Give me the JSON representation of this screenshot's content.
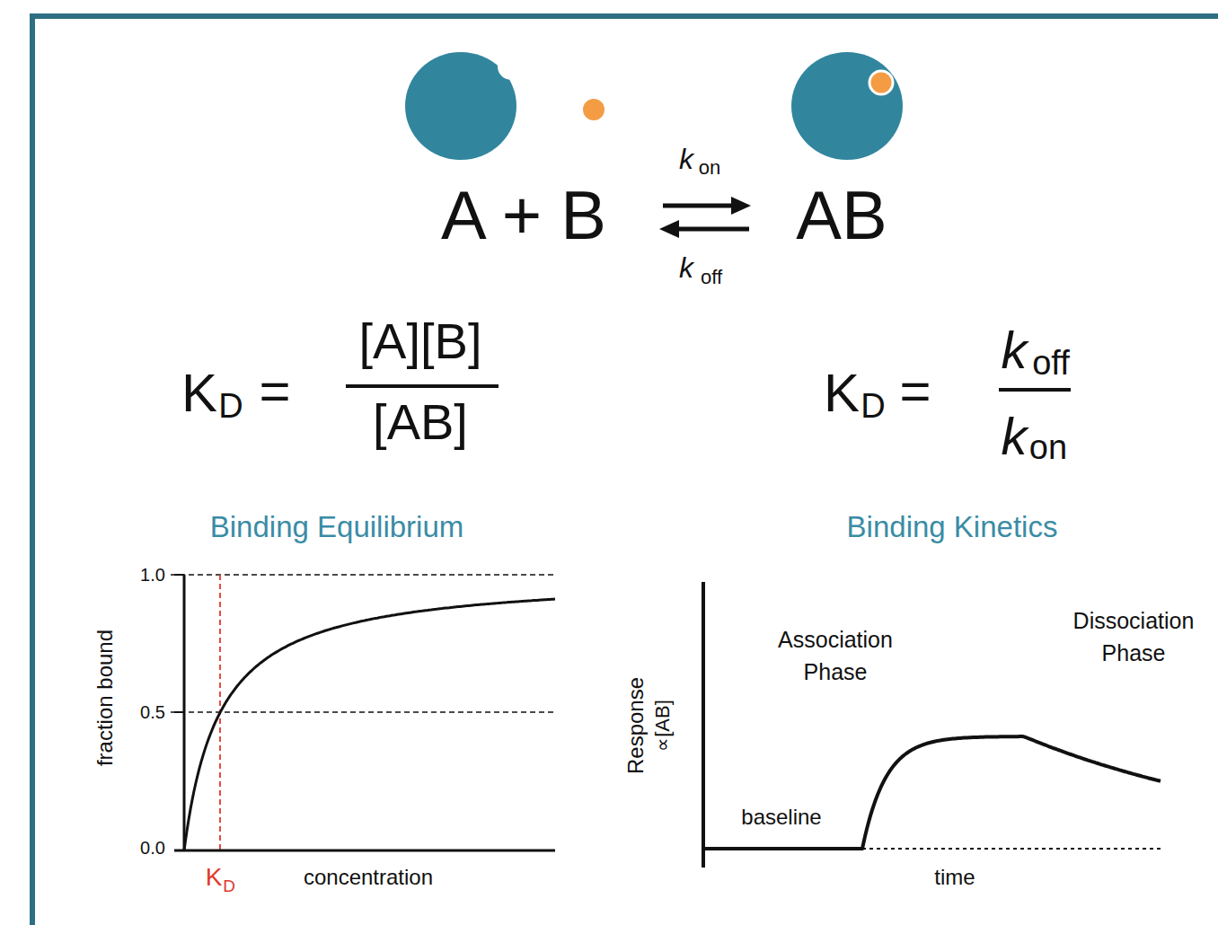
{
  "diagram": {
    "labels": [
      "A + B",
      "AB",
      "k",
      "on",
      "k",
      "off",
      "K",
      "D",
      "=",
      "[A][B]",
      "[AB]",
      "K",
      "D",
      "=",
      "k",
      "off",
      "k",
      "on",
      "Binding Equilibrium",
      "Binding Kinetics",
      "1.0",
      "0.5",
      "0.0",
      "fraction bound",
      "K",
      "D",
      "concentration",
      "Response",
      "∝[AB]",
      "Association Phase",
      "Dissociation Phase",
      "baseline",
      "time"
    ]
  }
}
